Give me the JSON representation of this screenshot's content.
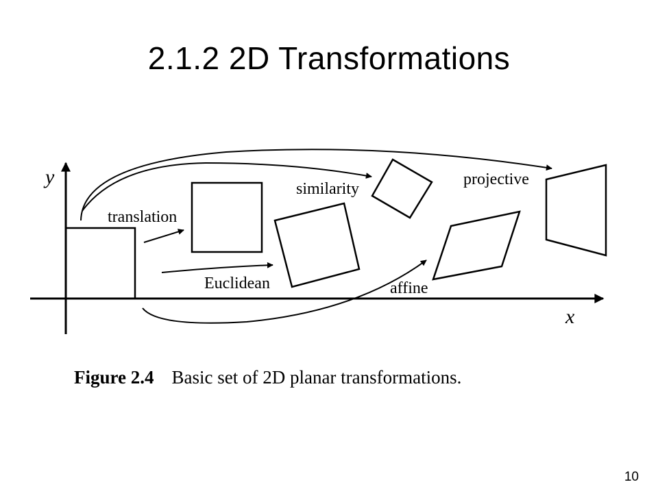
{
  "slide": {
    "title": "2.1.2 2D Transformations",
    "page_number": "10"
  },
  "diagram": {
    "axes": {
      "x": "x",
      "y": "y"
    },
    "labels": {
      "translation": "translation",
      "euclidean": "Euclidean",
      "similarity": "similarity",
      "affine": "affine",
      "projective": "projective"
    }
  },
  "caption": {
    "figure_label": "Figure 2.4",
    "text": "Basic set of 2D planar transformations."
  }
}
